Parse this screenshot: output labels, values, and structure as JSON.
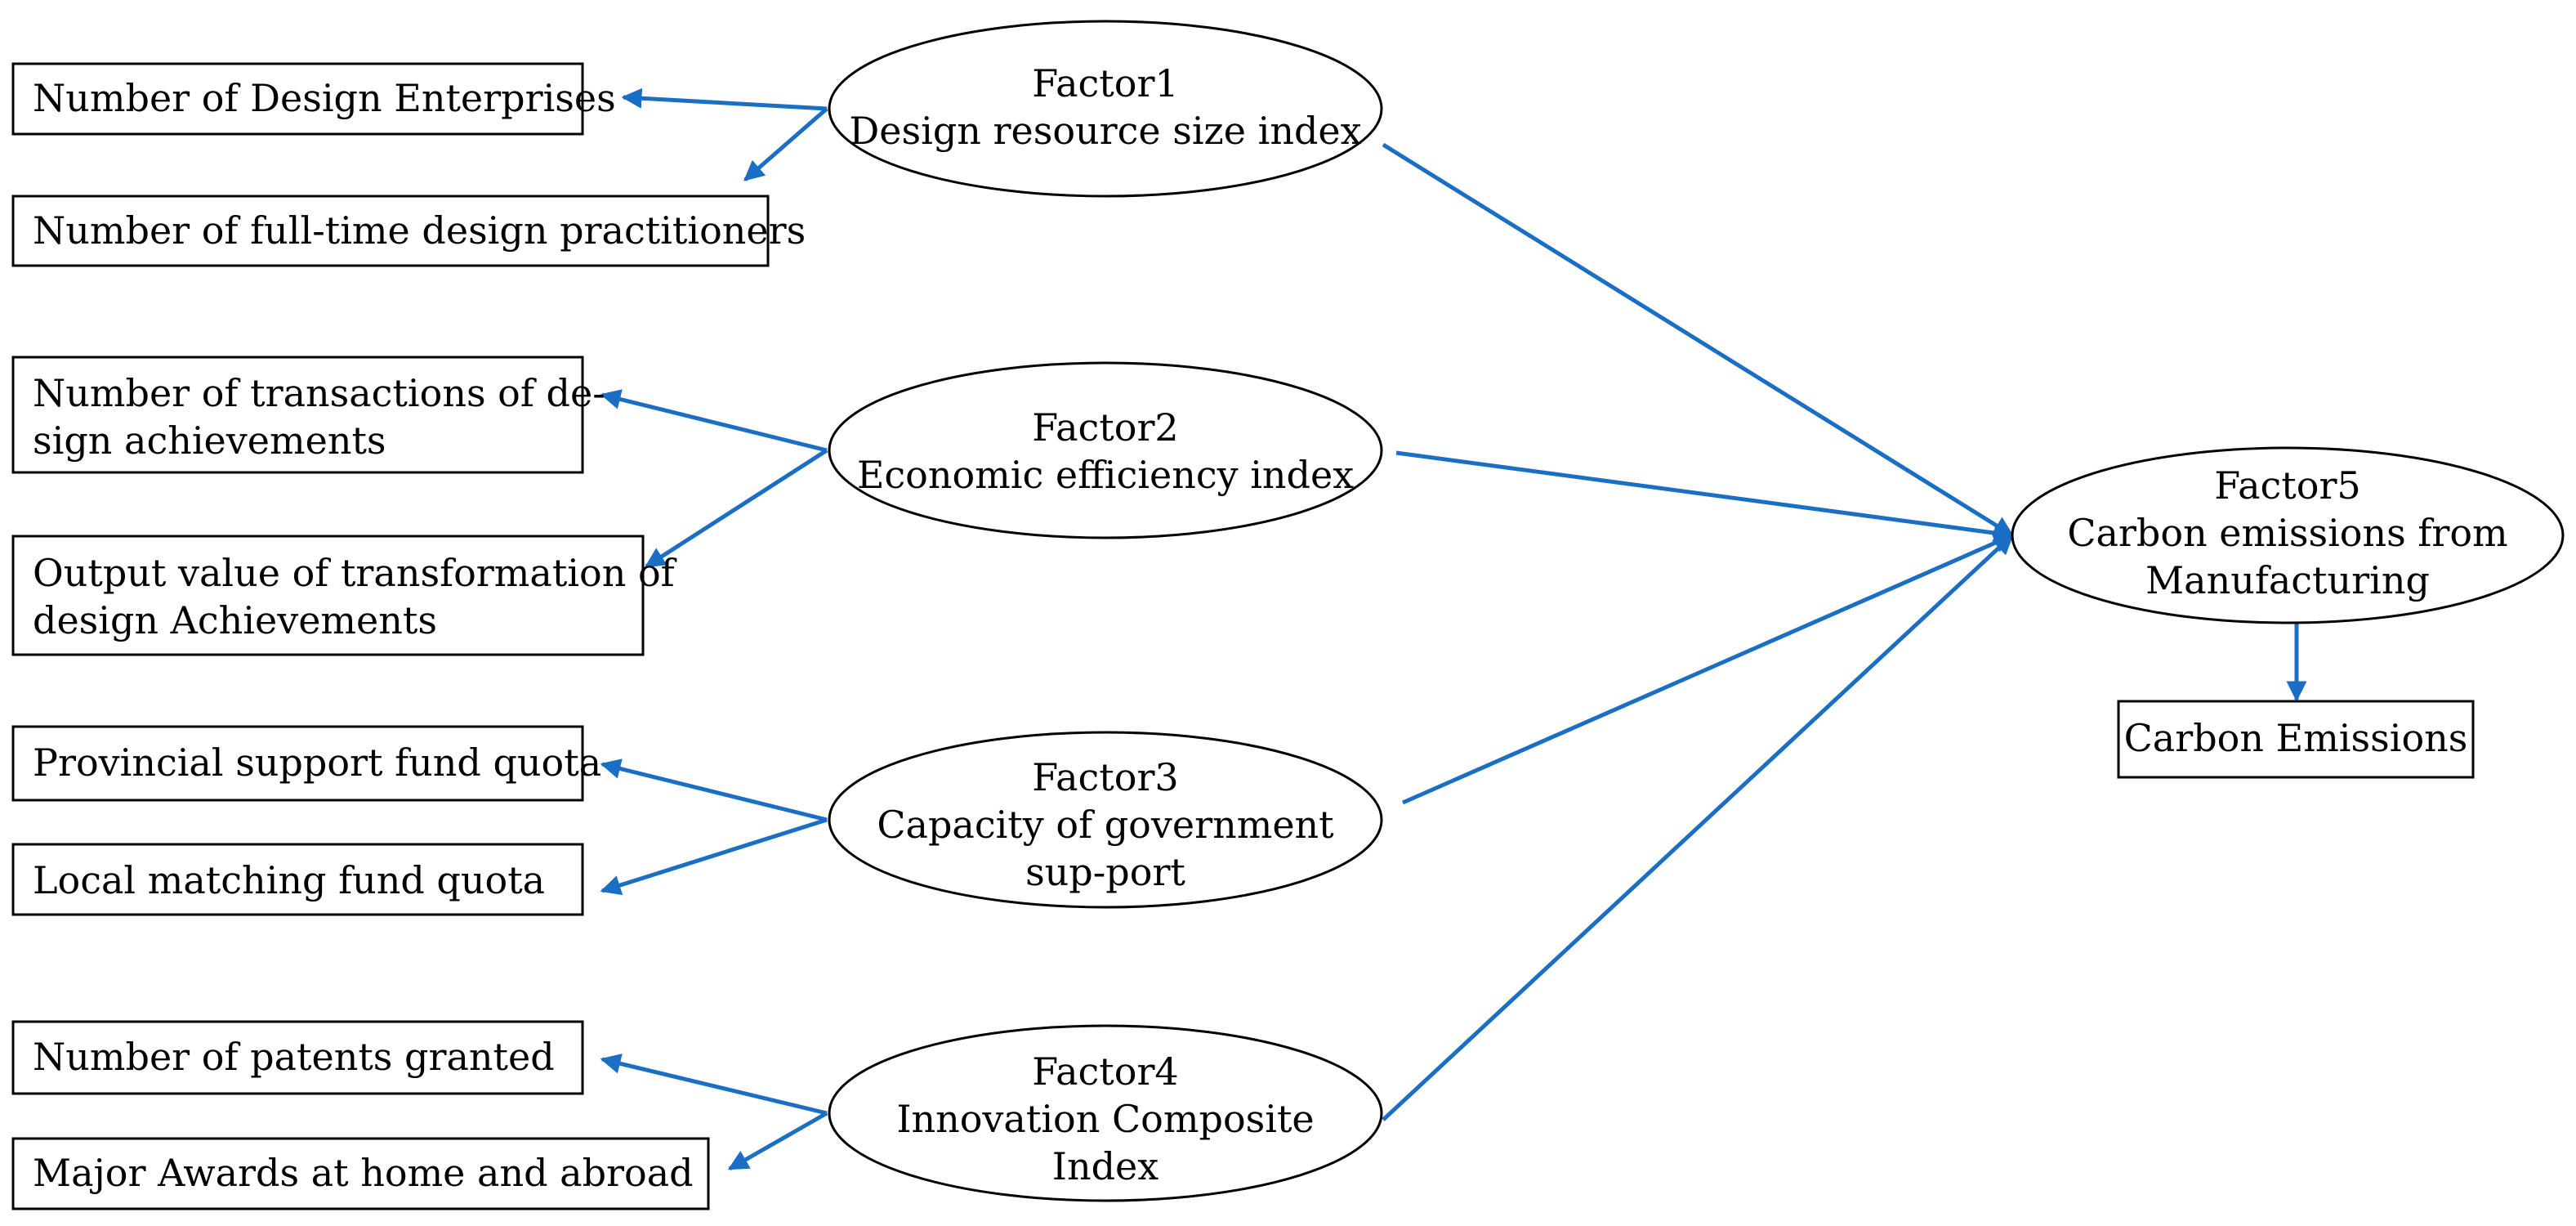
{
  "colors": {
    "arrow": "#1a6fc4",
    "outline": "#000000",
    "background": "#ffffff"
  },
  "factors": {
    "f1": {
      "line1": "Factor1",
      "line2": "Design resource size index",
      "line3": ""
    },
    "f2": {
      "line1": "Factor2",
      "line2": "Economic efficiency index",
      "line3": ""
    },
    "f3": {
      "line1": "Factor3",
      "line2": "Capacity of government",
      "line3": "sup-port"
    },
    "f4": {
      "line1": "Factor4",
      "line2": "Innovation Composite",
      "line3": "Index"
    },
    "f5": {
      "line1": "Factor5",
      "line2": "Carbon emissions from",
      "line3": "Manufacturing"
    }
  },
  "indicators": {
    "design_enterprises": {
      "line1": "Number of Design Enterprises",
      "line2": ""
    },
    "design_practitioners": {
      "line1": "Number of full-time design practitioners",
      "line2": ""
    },
    "transactions": {
      "line1": "Number of transactions of de-",
      "line2": "sign achievements"
    },
    "output_value": {
      "line1": "Output value of transformation of",
      "line2": "design Achievements"
    },
    "provincial_fund": {
      "line1": "Provincial support fund quota",
      "line2": ""
    },
    "local_fund": {
      "line1": "Local matching fund quota",
      "line2": ""
    },
    "patents": {
      "line1": "Number of patents granted",
      "line2": ""
    },
    "awards": {
      "line1": "Major Awards at home and abroad",
      "line2": ""
    },
    "carbon_emissions": {
      "line1": "Carbon Emissions",
      "line2": ""
    }
  }
}
